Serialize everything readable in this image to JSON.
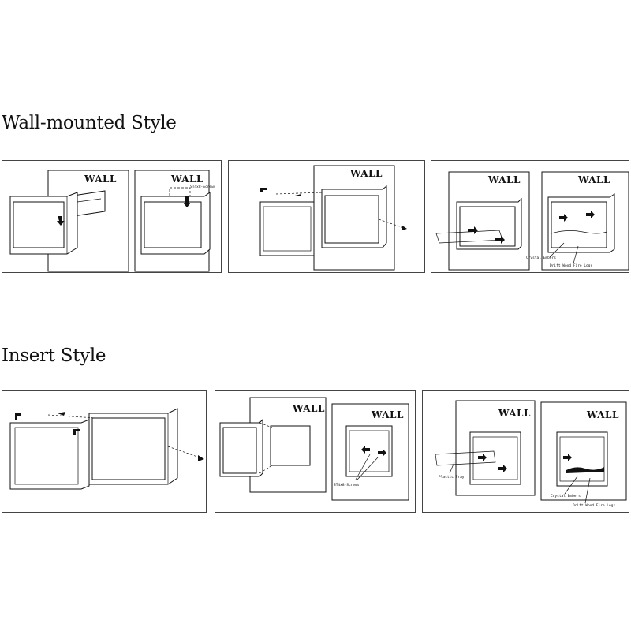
{
  "sections": {
    "wall_mounted": {
      "title": "Wall-mounted Style"
    },
    "insert": {
      "title": "Insert Style"
    }
  },
  "labels": {
    "wall": "WALL",
    "screws": "ST4x8-Screws",
    "crystal_embers": "Crystal Embers",
    "drift_wood_logs": "Drift Wood Fire Logs",
    "plastic_tray": "Plastic Tray",
    "st4x8_screws": "ST4x8-Screws"
  }
}
